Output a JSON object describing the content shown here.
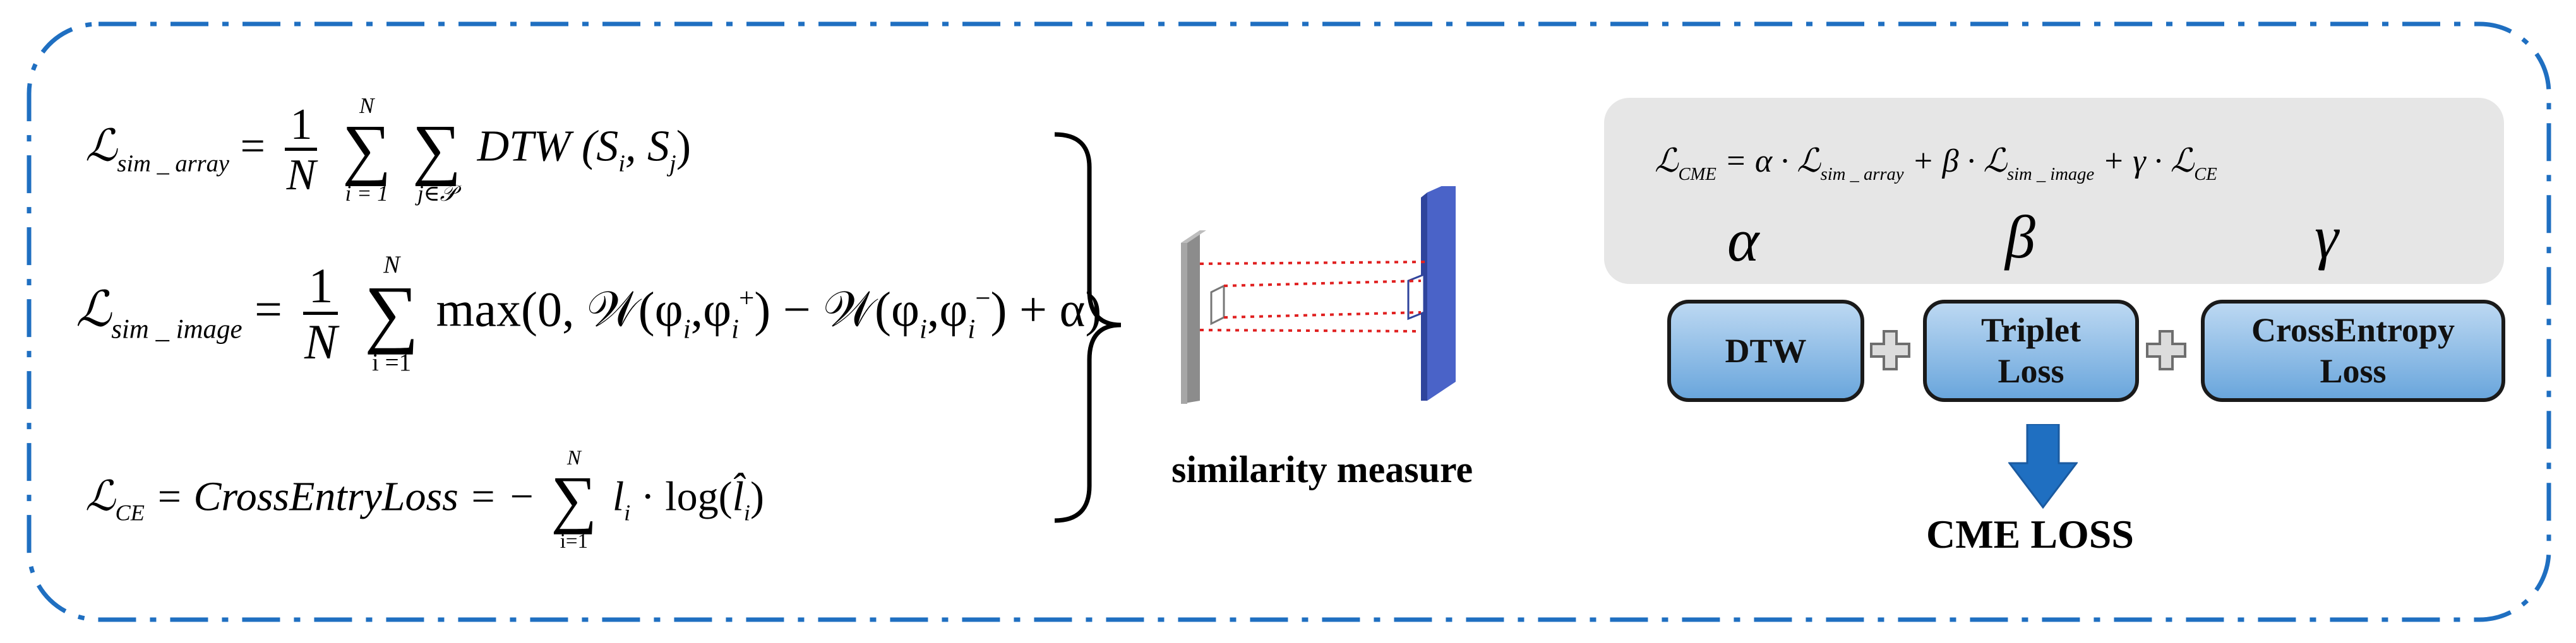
{
  "equations": {
    "sim_array": {
      "lhs": "ℒ",
      "lhs_sub": "sim _ array",
      "frac_num": "1",
      "frac_den": "N",
      "sum1_top": "N",
      "sum1_bottom": "i = 1",
      "sum2_bottom": "j∈𝒫",
      "body": "DTW (S",
      "body_sub_i": "i",
      "body_mid": ", S",
      "body_sub_j": "j",
      "body_end": ")"
    },
    "sim_image": {
      "lhs": "ℒ",
      "lhs_sub": "sim _ image",
      "frac_num": "1",
      "frac_den": "N",
      "sum_top": "N",
      "sum_bottom": "i =1",
      "body_a": "max(0, 𝒲(φ",
      "sub1": "i",
      "body_b": ",φ",
      "sub2": "i",
      "sup2": "+",
      "body_c": ") − 𝒲(φ",
      "sub3": "i",
      "body_d": ",φ",
      "sub4": "i",
      "sup4": "−",
      "body_e": ") + α)"
    },
    "ce": {
      "lhs": "ℒ",
      "lhs_sub": "CE",
      "mid": "= CrossEntryLoss = −",
      "sum_top": "N",
      "sum_bottom": "i=1",
      "body_a": "l",
      "sub_a": "i",
      "body_b": " · log(",
      "body_c": "l̂",
      "sub_c": "i",
      "body_d": ")"
    },
    "cme": {
      "lhs": "ℒ",
      "lhs_sub": "CME",
      "t1": "= α · ℒ",
      "t1_sub": "sim _ array",
      "t2": "+ β · ℒ",
      "t2_sub": "sim _ image",
      "t3": "+ γ · ℒ",
      "t3_sub": "CE"
    }
  },
  "similarity_label": "similarity measure",
  "weights": [
    "α",
    "β",
    "γ"
  ],
  "boxes": {
    "dtw": "DTW",
    "triplet_line1": "Triplet",
    "triplet_line2": "Loss",
    "ce_line1": "CrossEntropy",
    "ce_line2": "Loss"
  },
  "result_label": "CME LOSS",
  "colors": {
    "border": "#1f6fc1",
    "box_top": "#bcd8f2",
    "box_bottom": "#6aa6dc",
    "arrow": "#1f6fc1",
    "panel_bg": "#e6e6e6",
    "plate_dark": "#4a63c8",
    "dotted_lines": "#e02020"
  },
  "icons": [
    "plus-icon",
    "down-arrow-icon",
    "right-brace-icon"
  ]
}
